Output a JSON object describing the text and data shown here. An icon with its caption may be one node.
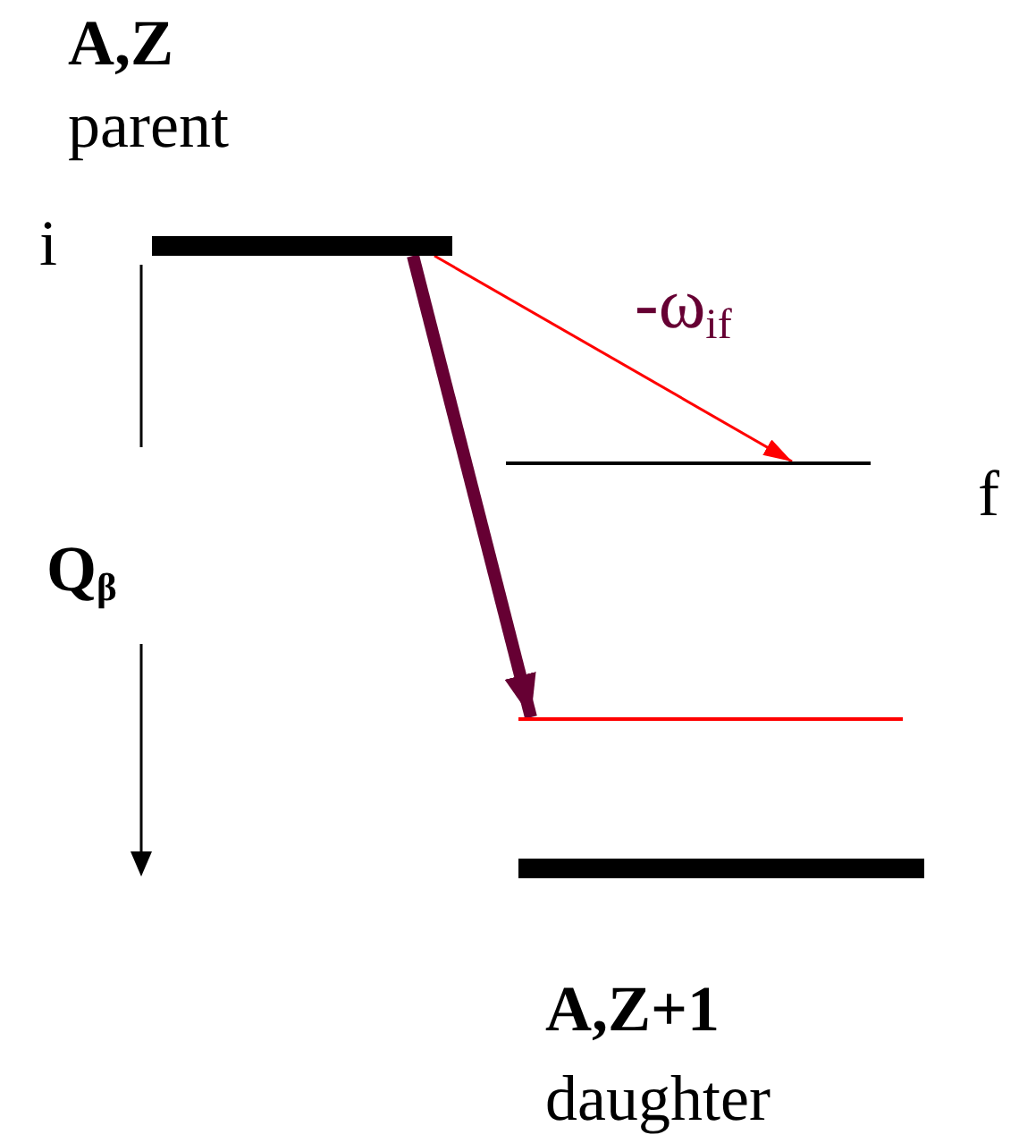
{
  "diagram": {
    "nodes": [
      {
        "text": [
          "A,Z",
          "parent"
        ],
        "beside": [
          "i"
        ]
      },
      {
        "text": [],
        "shape": "bar",
        "beside": [
          "f"
        ]
      },
      {
        "text": [],
        "shape": "bar"
      },
      {
        "text": [
          "A,Z+1",
          "daughter"
        ]
      }
    ],
    "edges": [
      {
        "from": 0,
        "to": 1,
        "arrow": "to",
        "label": "-ω$_{if}$",
        "color": "#ff0000"
      },
      {
        "from": 0,
        "to": 2,
        "arrow": "to",
        "style": "thick",
        "color": "#660033"
      }
    ],
    "labels": [
      "Q$_{β}$"
    ]
  }
}
